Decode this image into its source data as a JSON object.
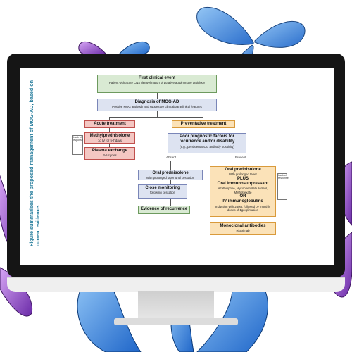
{
  "figure_note": "Figure summarises the proposed management of MOG-AD, based on current evidence.",
  "boxes": {
    "first_event": {
      "title": "First clinical event",
      "text": "Patient with acute CNS demyelination of putative autoimmune aetiology"
    },
    "diagnosis": {
      "title": "Diagnosis of MOG-AD",
      "text": "Positive MOG antibody and suggestive clinical/paraclinical features"
    },
    "acute": {
      "title": "Acute treatment"
    },
    "preventative": {
      "title": "Preventative treatment"
    },
    "methylpred": {
      "title": "Methylprednisolone",
      "text": "1g IV for 5-7 days"
    },
    "plasma": {
      "title": "Plasma exchange",
      "text": "3-5 cycles"
    },
    "poor_prog": {
      "title": "Poor prognostic factors for recurrence and/or disability",
      "text": "(e.g., persistent MOG antibody positivity)"
    },
    "oral_pred_left": {
      "title": "Oral prednisolone",
      "text": "With prolonged taper until cessation"
    },
    "close_mon": {
      "title": "Close monitoring",
      "text": "following cessation"
    },
    "evidence": {
      "title": "Evidence of recurrence"
    },
    "oral_pred_right": {
      "title": "Oral prednisolone",
      "text": "With prolonged taper"
    },
    "plus": "PLUS",
    "oral_immuno": "Oral immunosuppressant",
    "immuno_drugs": "Azathioprine, Mycophenolate Mofetil, Methotrexate",
    "or": "OR",
    "ivig": "IV immunoglobulins",
    "ivig_text": "Induction with 2g/kg, followed by monthly doses of 1g/kg/infusion",
    "monoclonal": {
      "title": "Monoclonal antibodies",
      "text": "Rituximab"
    }
  },
  "labels": {
    "absent": "Absent",
    "present": "Present",
    "lack_left": "Lack of response",
    "lack_right": "Lack of response"
  },
  "colors": {
    "butterfly_blue": "#3f8ee0",
    "butterfly_purple": "#a35bd6",
    "note_teal": "#2a7f9e"
  }
}
